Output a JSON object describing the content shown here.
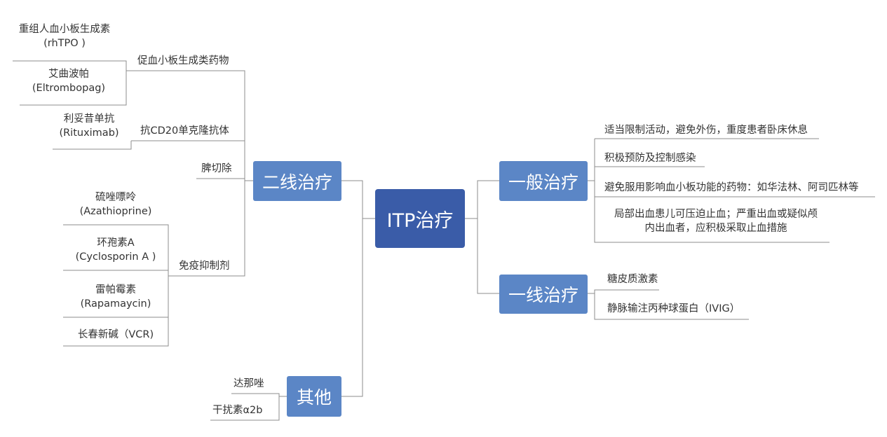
{
  "root": {
    "label": "ITP治疗"
  },
  "branches": {
    "general": {
      "label": "一般治疗",
      "items": [
        "适当限制活动，避免外伤，重度患者卧床休息",
        "积极预防及控制感染",
        "避免服用影响血小板功能的药物：如华法林、阿司匹林等"
      ],
      "bleeding_line1": "局部出血患儿可压迫止血；严重出血或疑似颅",
      "bleeding_line2": "内出血者，应积极采取止血措施"
    },
    "first_line": {
      "label": "一线治疗",
      "items": [
        "糖皮质激素",
        "静脉输注丙种球蛋白（IVIG）"
      ]
    },
    "second_line": {
      "label": "二线治疗",
      "tpo": {
        "label": "促血小板生成类药物",
        "rhtpo_cn": "重组人血小板生成素",
        "rhtpo_en": "(rhTPO )",
        "eltrombopag_cn": "艾曲波帕",
        "eltrombopag_en": "(Eltrombopag)"
      },
      "cd20": {
        "label": "抗CD20单克隆抗体",
        "rituximab_cn": "利妥昔单抗",
        "rituximab_en": "(Rituximab)"
      },
      "splenectomy": {
        "label": "脾切除"
      },
      "immuno": {
        "label": "免疫抑制剂",
        "azathioprine_cn": "硫唑嘌呤",
        "azathioprine_en": "(Azathioprine)",
        "cyclosporin_cn": "环孢素A",
        "cyclosporin_en": "(Cyclosporin A )",
        "rapamycin_cn": "雷帕霉素",
        "rapamycin_en": "(Rapamaycin)",
        "vcr": "长春新碱（VCR)"
      }
    },
    "other": {
      "label": "其他",
      "items": [
        "达那唑",
        "干扰素α2b"
      ]
    }
  }
}
